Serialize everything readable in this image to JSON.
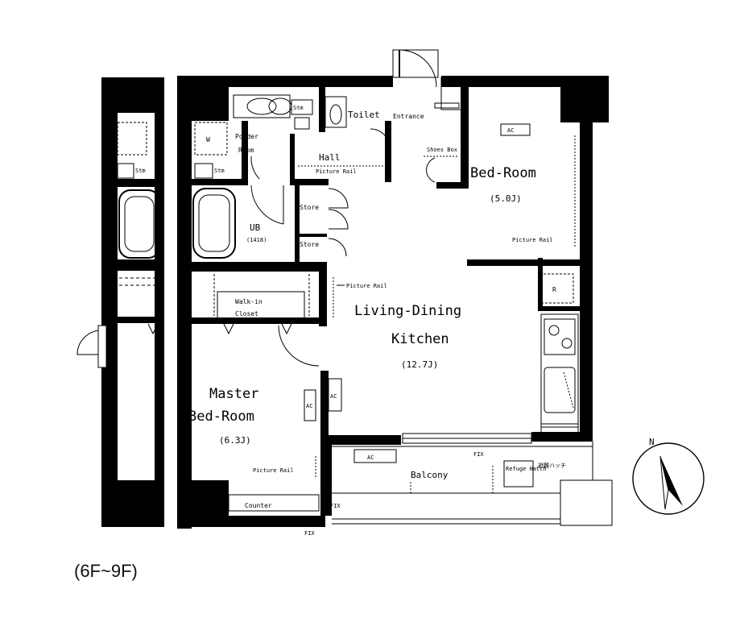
{
  "floor_range": "(6F~9F)",
  "rooms": {
    "living": [
      "Living-Dining",
      "Kitchen",
      "(12.7J)"
    ],
    "master": [
      "Master",
      "Bed-Room",
      "(6.3J)"
    ],
    "bedroom": [
      "Bed-Room",
      "(5.0J)"
    ],
    "balcony": "Balcony",
    "walkin": [
      "Walk-in",
      "Closet"
    ],
    "powder": [
      "Powder",
      "Room"
    ],
    "toilet": "Toilet",
    "entrance": "Entrance",
    "hall": "Hall",
    "ub": [
      "UB",
      "(1418)"
    ],
    "shoes_box": "Shoes Box",
    "store_upper": "Store",
    "store_lower": "Store",
    "counter": "Counter"
  },
  "fixtures": {
    "picture_rail_hall": "Picture Rail",
    "picture_rail_ldk": "Picture Rail",
    "picture_rail_bedroom": "Picture Rail",
    "picture_rail_master": "Picture Rail",
    "ac": "AC",
    "stm_powder": "Stm",
    "stm_bath": "Stm",
    "stm_neighbor": "Stm",
    "fridge": "R",
    "fix_balcony": "FIX",
    "fix_counter": "FIX",
    "fix_bottom": "FIX",
    "refuge_hatch": "Refuge Hatch",
    "refuge_hatch_jp": "避難ハッチ"
  },
  "compass": {
    "label": "N"
  }
}
